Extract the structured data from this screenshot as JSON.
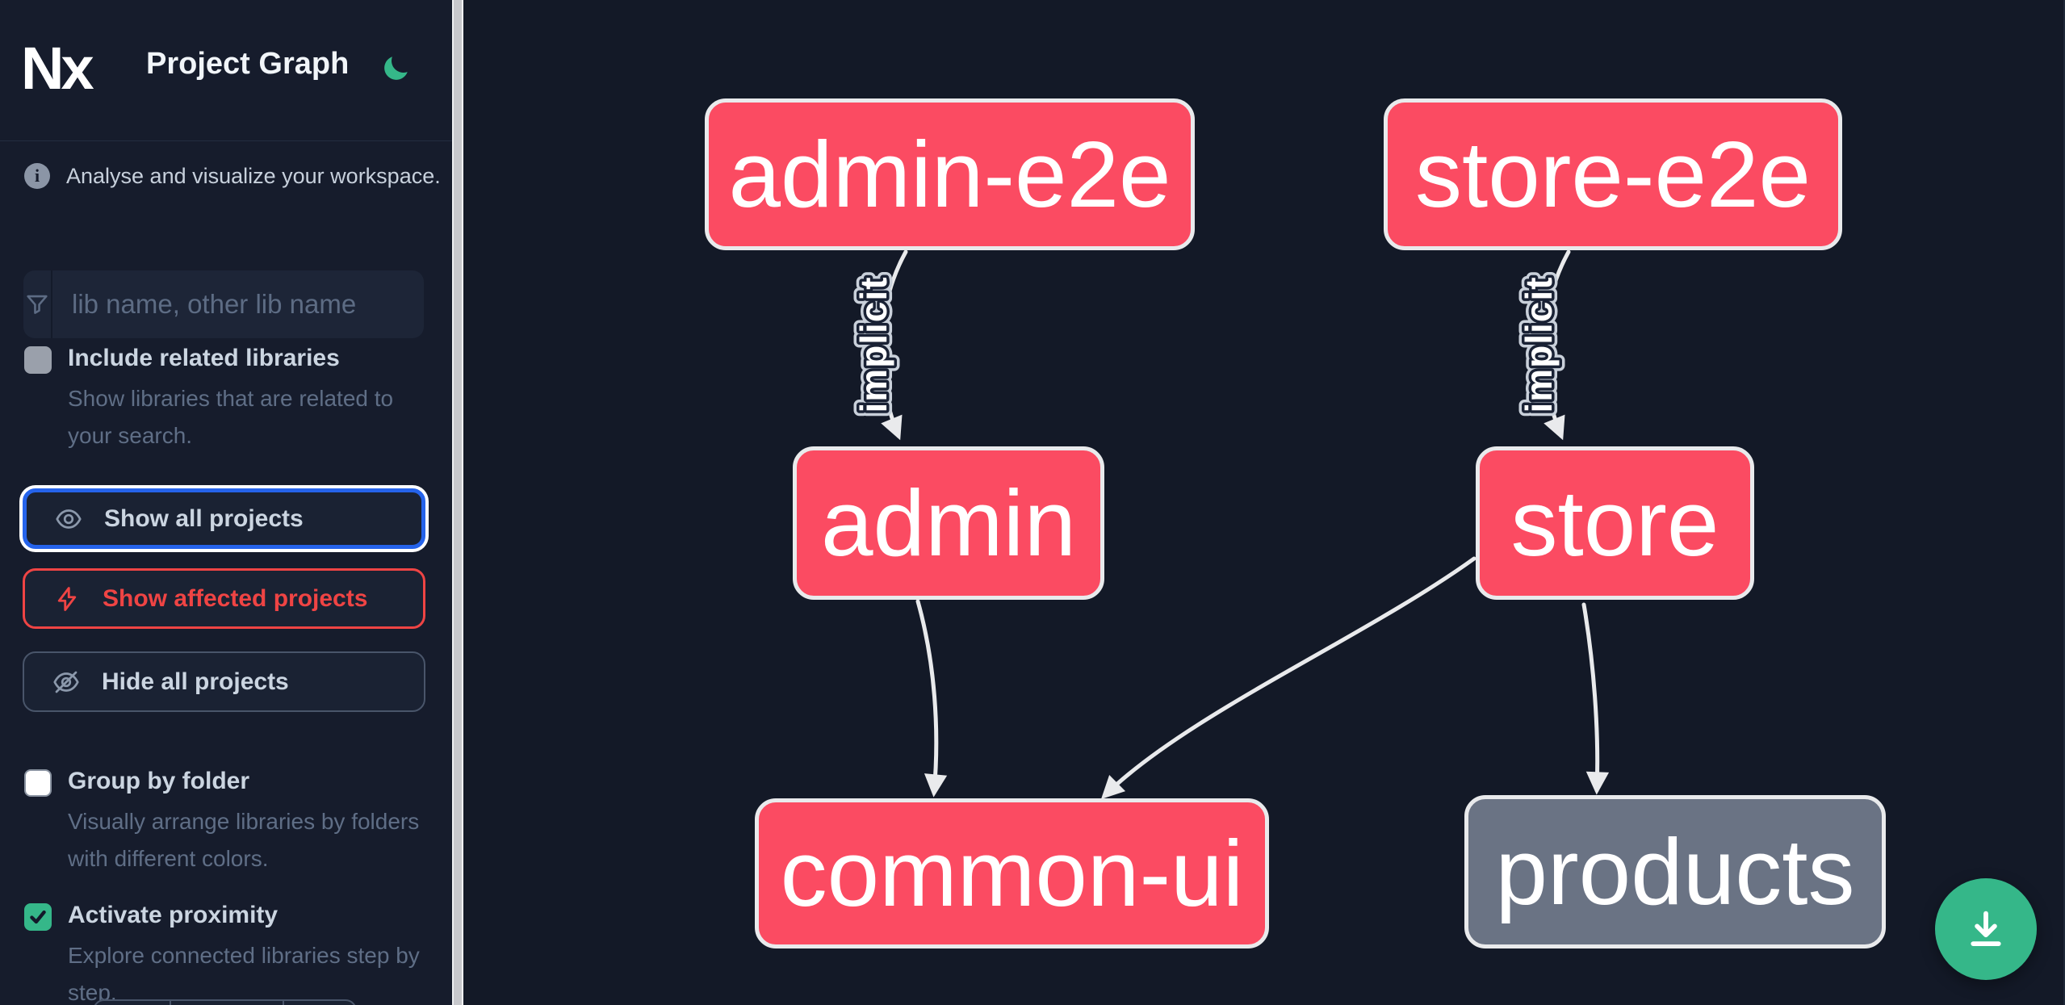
{
  "header": {
    "logo_text": "Nx",
    "title": "Project Graph"
  },
  "sidebar": {
    "tagline": "Analyse and visualize your workspace.",
    "search_placeholder": "lib name, other lib name",
    "checkboxes": [
      {
        "label": "Include related libraries",
        "description": "Show libraries that are related to your search.",
        "checked": false
      },
      {
        "label": "Group by folder",
        "description": "Visually arrange libraries by folders with different colors.",
        "checked": false
      },
      {
        "label": "Activate proximity",
        "description": "Explore connected libraries step by step.",
        "checked": true
      }
    ],
    "buttons": [
      {
        "label": "Show all projects",
        "icon": "eye-icon",
        "variant": "focused"
      },
      {
        "label": "Show affected projects",
        "icon": "bolt-icon",
        "variant": "danger"
      },
      {
        "label": "Hide all projects",
        "icon": "eye-slash-icon",
        "variant": "default"
      }
    ]
  },
  "graph": {
    "nodes": [
      {
        "id": "admin-e2e",
        "label": "admin-e2e",
        "type": "affected"
      },
      {
        "id": "store-e2e",
        "label": "store-e2e",
        "type": "affected"
      },
      {
        "id": "admin",
        "label": "admin",
        "type": "affected"
      },
      {
        "id": "store",
        "label": "store",
        "type": "affected"
      },
      {
        "id": "common-ui",
        "label": "common-ui",
        "type": "affected"
      },
      {
        "id": "products",
        "label": "products",
        "type": "normal"
      }
    ],
    "edges": [
      {
        "from": "admin-e2e",
        "to": "admin",
        "label": "implicit"
      },
      {
        "from": "store-e2e",
        "to": "store",
        "label": "implicit"
      },
      {
        "from": "admin",
        "to": "common-ui",
        "label": ""
      },
      {
        "from": "store",
        "to": "common-ui",
        "label": ""
      },
      {
        "from": "store",
        "to": "products",
        "label": ""
      }
    ]
  },
  "fab": {
    "icon": "download-icon"
  },
  "colors": {
    "affected_node": "#fb4b62",
    "normal_node": "#6a7384",
    "edge": "#e9eaec",
    "accent_green": "#35b789",
    "accent_blue": "#2563eb",
    "accent_red": "#ef4444",
    "sidebar_bg": "#161c2c",
    "canvas_bg": "#131927"
  }
}
